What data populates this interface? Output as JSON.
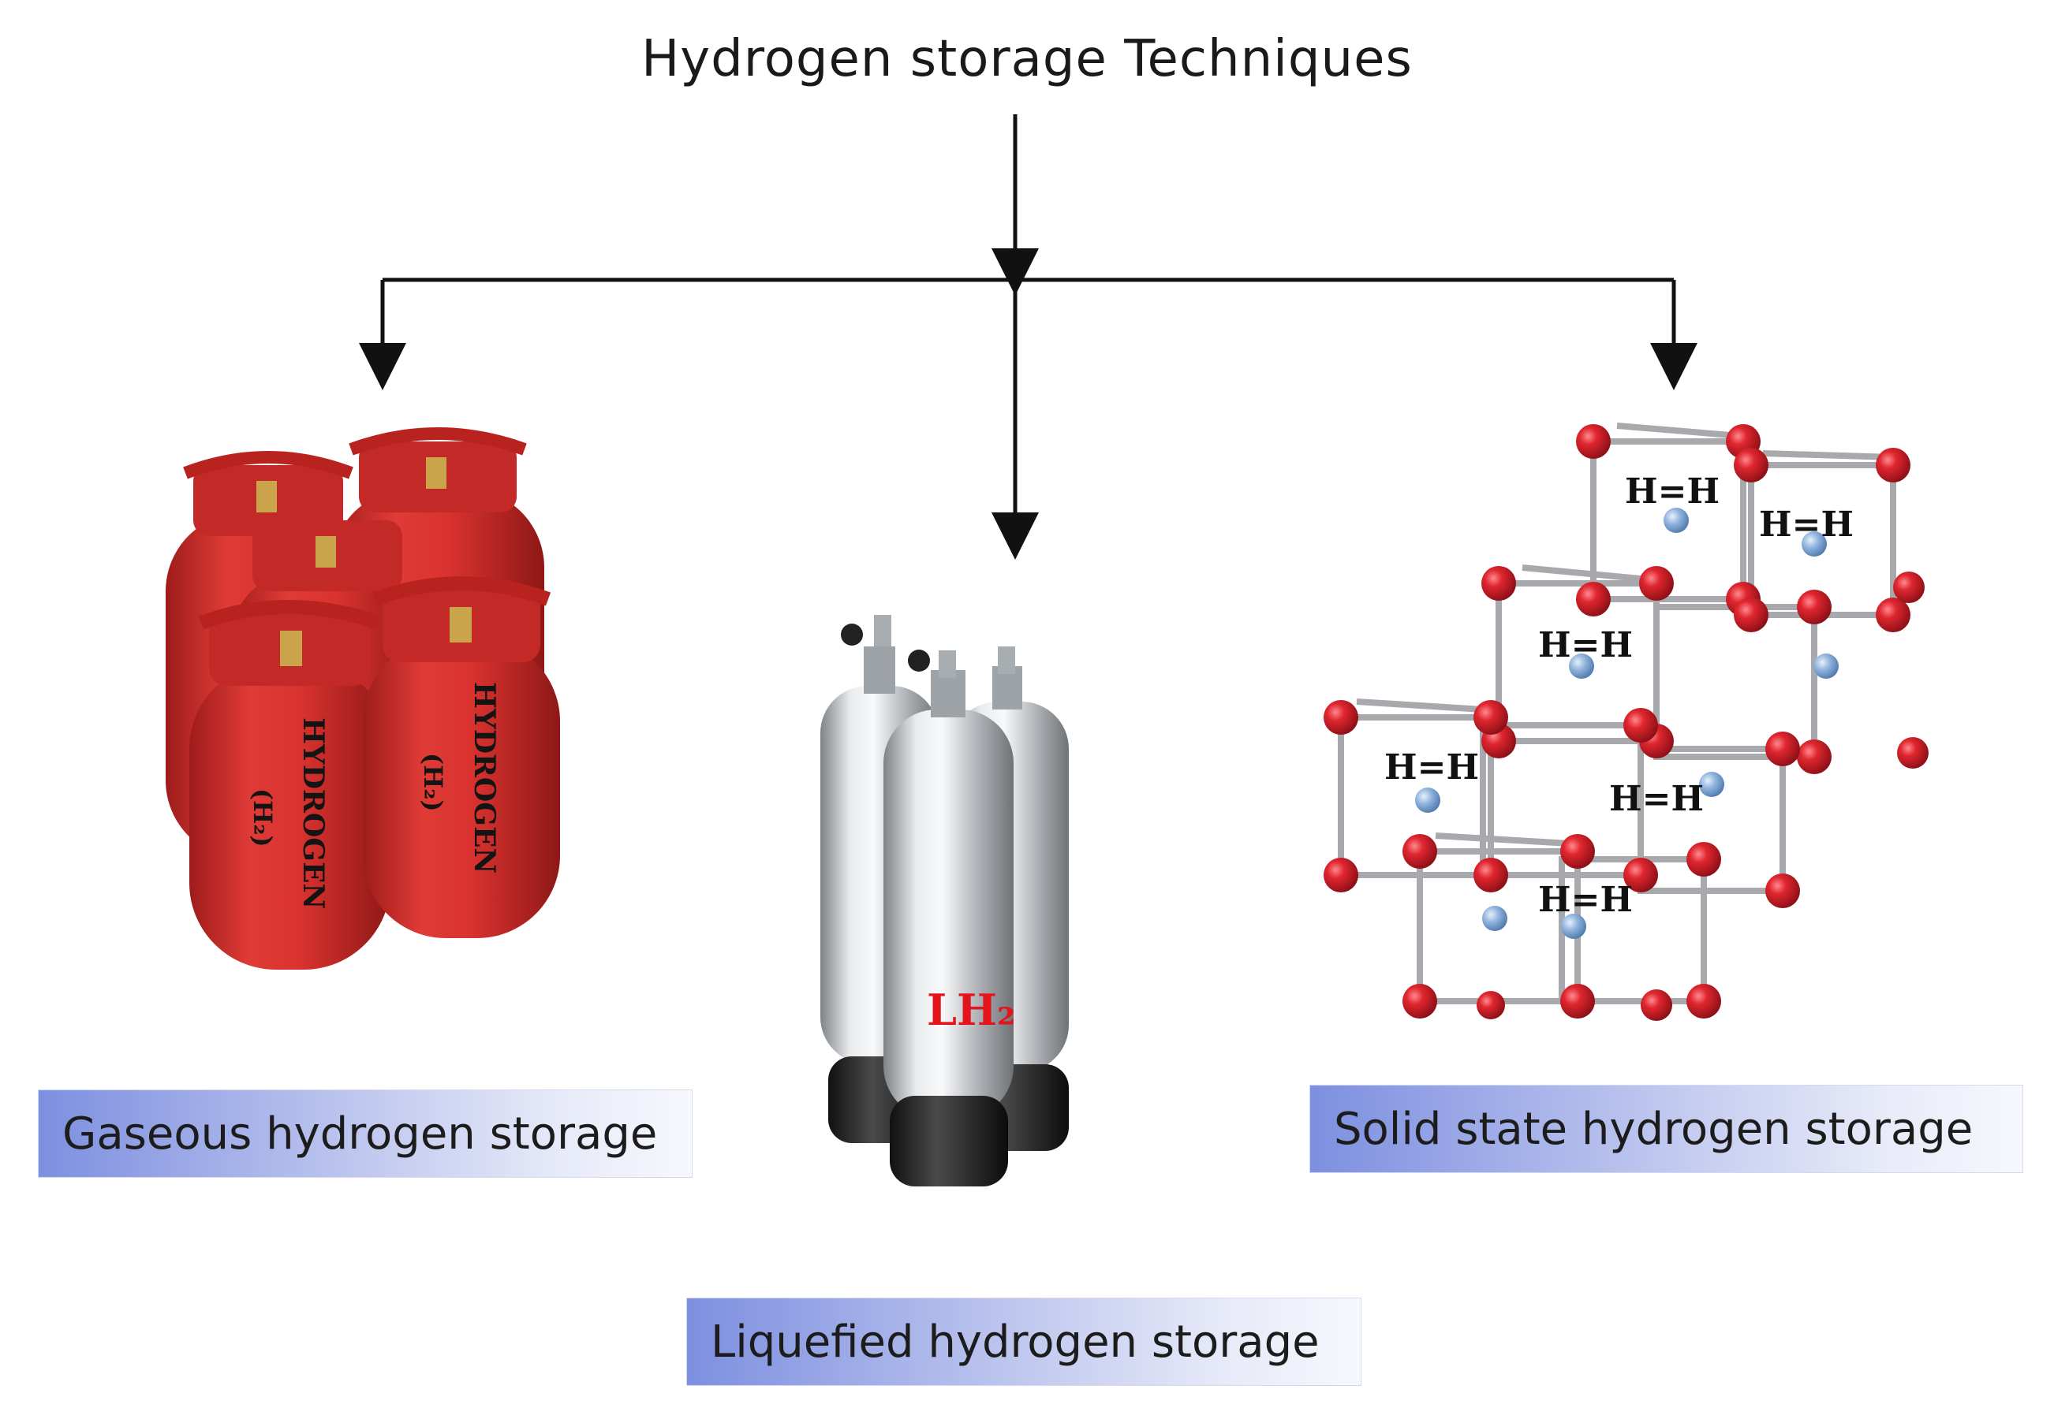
{
  "title": "Hydrogen storage Techniques",
  "branches": [
    {
      "label": "Gaseous hydrogen storage",
      "cylinder_text": "HYDROGEN",
      "cylinder_formula": "(H₂)"
    },
    {
      "label": "Liquefied hydrogen storage",
      "cylinder_text": "LH₂"
    },
    {
      "label": "Solid state hydrogen storage",
      "molecule_text": "H=H"
    }
  ],
  "colors": {
    "gas_cylinder": "#d6312f",
    "liquid_cylinder": "#c8cbce",
    "atom": "#d11f2a",
    "hydrogen_atom": "#7ea7d8",
    "label_gradient_start": "#7d8fe0"
  }
}
